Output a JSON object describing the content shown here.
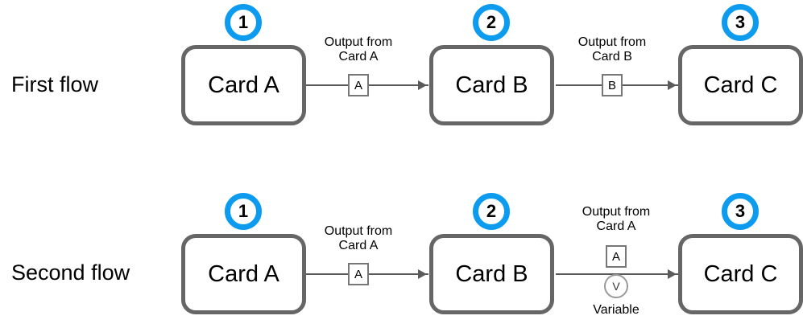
{
  "diagram": {
    "colors": {
      "badge_blue": "#0d9bf0",
      "card_border_gray": "#666666",
      "connector_gray": "#5a5a5a",
      "port_border_gray": "#777777",
      "variable_border_gray": "#9a9a9a",
      "background": "#ffffff",
      "text": "#000000"
    },
    "rows": [
      {
        "label": "First flow",
        "cards": [
          {
            "title": "Card A",
            "badge": "1"
          },
          {
            "title": "Card B",
            "badge": "2"
          },
          {
            "title": "Card C",
            "badge": "3"
          }
        ],
        "edges": [
          {
            "caption": "Output from\nCard A",
            "port": "A"
          },
          {
            "caption": "Output from\nCard B",
            "port": "B"
          }
        ]
      },
      {
        "label": "Second flow",
        "cards": [
          {
            "title": "Card A",
            "badge": "1"
          },
          {
            "title": "Card B",
            "badge": "2"
          },
          {
            "title": "Card C",
            "badge": "3"
          }
        ],
        "edges": [
          {
            "caption": "Output from\nCard A",
            "port": "A"
          },
          {
            "caption": "Output from\nCard A",
            "port": "A",
            "variable": "V",
            "variable_caption": "Variable"
          }
        ]
      }
    ]
  }
}
